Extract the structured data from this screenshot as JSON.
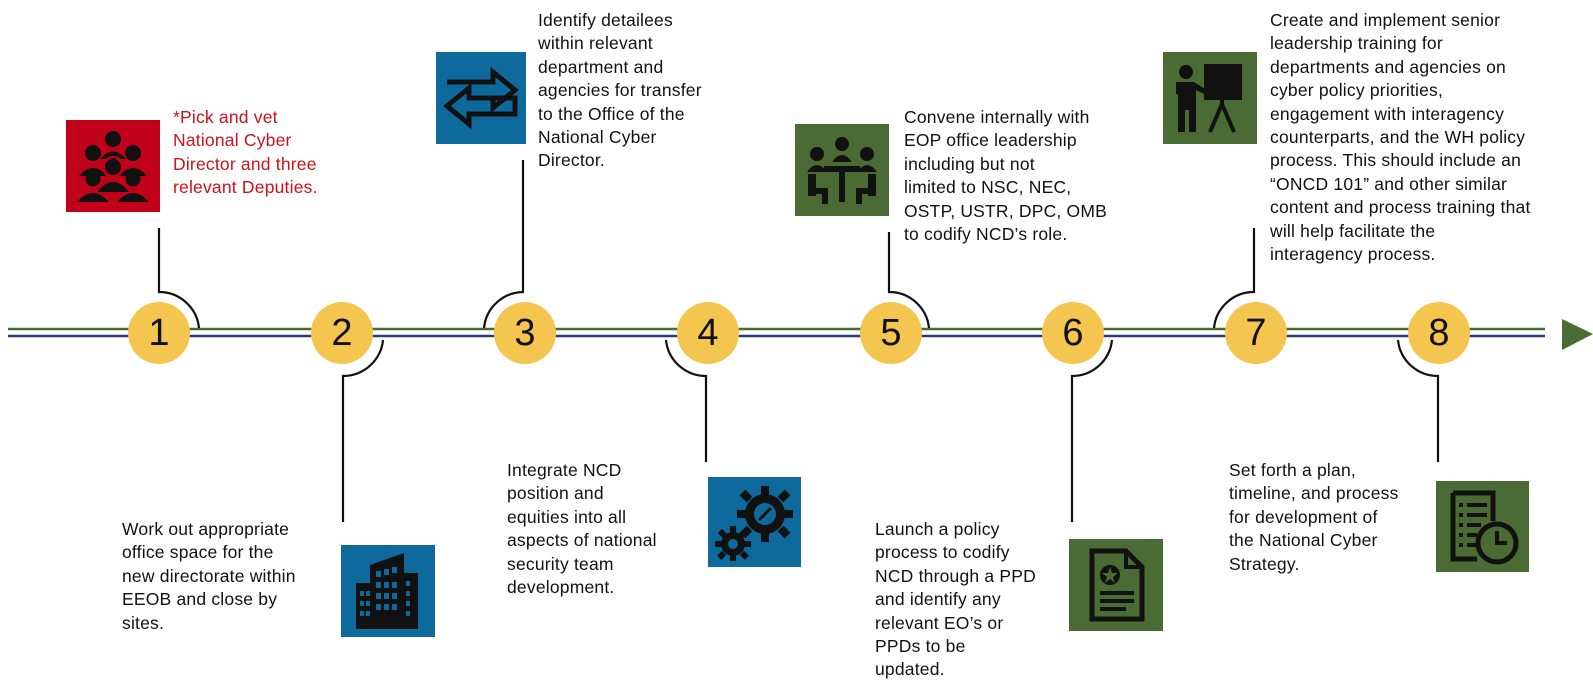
{
  "colors": {
    "red_box": "#c1001a",
    "blue_box": "#0e6a9c",
    "green_box": "#4a6b34",
    "circle": "#f5c64f",
    "line_green": "#4a6b34",
    "line_navy": "#2d3a78"
  },
  "steps": [
    {
      "number": "1",
      "text": "*Pick and vet\nNational Cyber\nDirector and three\nrelevant Deputies.",
      "icon": "people-group-icon"
    },
    {
      "number": "2",
      "text": "Work out appropriate\noffice space for the\nnew directorate within\nEEOB and close by\nsites.",
      "icon": "office-building-icon"
    },
    {
      "number": "3",
      "text": "Identify detailees\nwithin relevant\ndepartment and\nagencies for transfer\nto the Office of the\nNational Cyber\nDirector.",
      "icon": "transfer-arrows-icon"
    },
    {
      "number": "4",
      "text": "Integrate NCD\nposition and\nequities into all\naspects of national\nsecurity team\ndevelopment.",
      "icon": "gears-icon"
    },
    {
      "number": "5",
      "text": "Convene internally with\nEOP office leadership\nincluding but not\nlimited to NSC, NEC,\nOSTP, USTR, DPC, OMB\nto codify NCD’s role.",
      "icon": "meeting-table-icon"
    },
    {
      "number": "6",
      "text": "Launch a policy\nprocess to codify\nNCD through a PPD\nand identify any\nrelevant EO’s or\nPPDs to be\nupdated.",
      "icon": "certificate-document-icon"
    },
    {
      "number": "7",
      "text": "Create and implement senior\nleadership training for\ndepartments and agencies on\ncyber policy priorities,\nengagement with interagency\ncounterparts, and the WH policy\nprocess. This should include an\n“ONCD 101” and other similar\ncontent and process training that\nwill help facilitate the\ninteragency process.",
      "icon": "presentation-icon"
    },
    {
      "number": "8",
      "text": "Set forth a plan,\ntimeline, and process\nfor development of\nthe National Cyber\nStrategy.",
      "icon": "schedule-clock-icon"
    }
  ]
}
